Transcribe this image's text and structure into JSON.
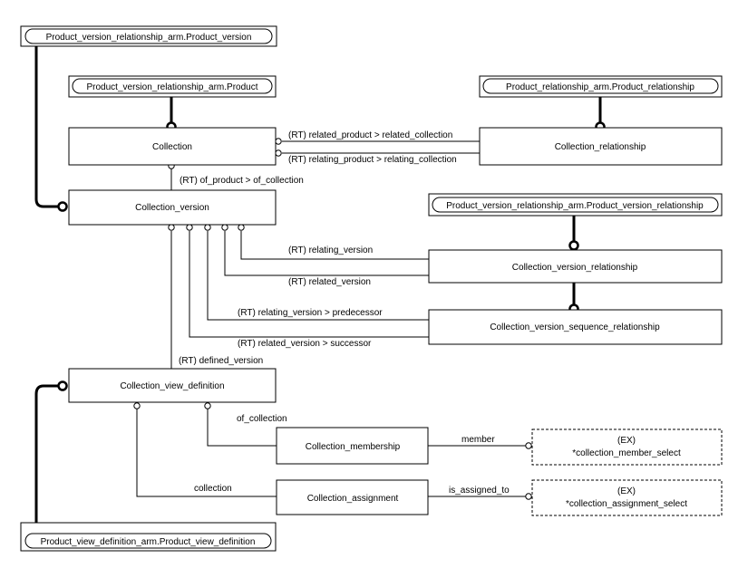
{
  "entities": {
    "pvr_product_version": "Product_version_relationship_arm.Product_version",
    "pvr_product": "Product_version_relationship_arm.Product",
    "pr_product_relationship": "Product_relationship_arm.Product_relationship",
    "collection": "Collection",
    "collection_relationship": "Collection_relationship",
    "collection_version": "Collection_version",
    "pvr_product_version_relationship": "Product_version_relationship_arm.Product_version_relationship",
    "collection_version_relationship": "Collection_version_relationship",
    "collection_version_sequence_relationship": "Collection_version_sequence_relationship",
    "collection_view_definition": "Collection_view_definition",
    "collection_membership": "Collection_membership",
    "collection_assignment": "Collection_assignment",
    "pvd_product_view_definition": "Product_view_definition_arm.Product_view_definition",
    "ex1_tag": "(EX)",
    "ex1_name": "*collection_member_select",
    "ex2_tag": "(EX)",
    "ex2_name": "*collection_assignment_select"
  },
  "relations": {
    "related_product": "(RT) related_product > related_collection",
    "relating_product": "(RT) relating_product > relating_collection",
    "of_product": "(RT) of_product > of_collection",
    "relating_version": "(RT) relating_version",
    "related_version": "(RT) related_version",
    "relating_predecessor": "(RT) relating_version > predecessor",
    "related_successor": "(RT) related_version > successor",
    "defined_version": "(RT) defined_version",
    "of_collection": "of_collection",
    "member": "member",
    "collection": "collection",
    "is_assigned_to": "is_assigned_to"
  }
}
